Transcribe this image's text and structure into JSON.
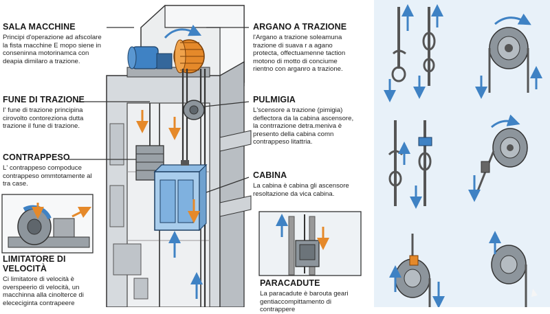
{
  "colors": {
    "accent_blue": "#3f82c4",
    "arrow_orange": "#e5892a",
    "steel_gray": "#8d959c",
    "panel_bg": "#e8f1f9"
  },
  "callouts_left": [
    {
      "title": "SALA MACCHINE",
      "text": "Principi d'operazione ad afscolare la fista macchine E mopo siene in conseninna motorinamca con deapia dimilaro a trazione."
    },
    {
      "title": "FUNE DI TRAZIONE",
      "text": "I' fune di trazione principina cirovolto contoreziona dutta trazione il fune di trazione."
    },
    {
      "title": "CONTRAPPESO",
      "text": "L' contrappeso compoduce contrappeso ommtotamente al tra case."
    },
    {
      "title": "LIMITATORE DI VELOCITÀ",
      "text": "Ci limitatore di velocità è overspeerio di velocità, un macchinna alla cinolterce di elececiginta contrapeere"
    }
  ],
  "callouts_right": [
    {
      "title": "ARGANO A TRAZIONE",
      "text": "l'Argano a trazione soleamuna trazione di suava r a agano protecta, offectuamenne taction motono di motto di conciume rientno con arganro a trazione."
    },
    {
      "title": "PULMIGIA",
      "text": "L'scensore a trazione (pimigia) deflectora da la cabina ascensore, la contrrazione detra.meniva è presento della cabina comn contrappeso litattria."
    },
    {
      "title": "CABINA",
      "text": "La cabina è cabina gli ascensore resoltazione da vica cabina."
    },
    {
      "title": "PARACADUTE",
      "text": "La paracadute è barouta geari gentiaccompittamento di contrappere"
    }
  ]
}
